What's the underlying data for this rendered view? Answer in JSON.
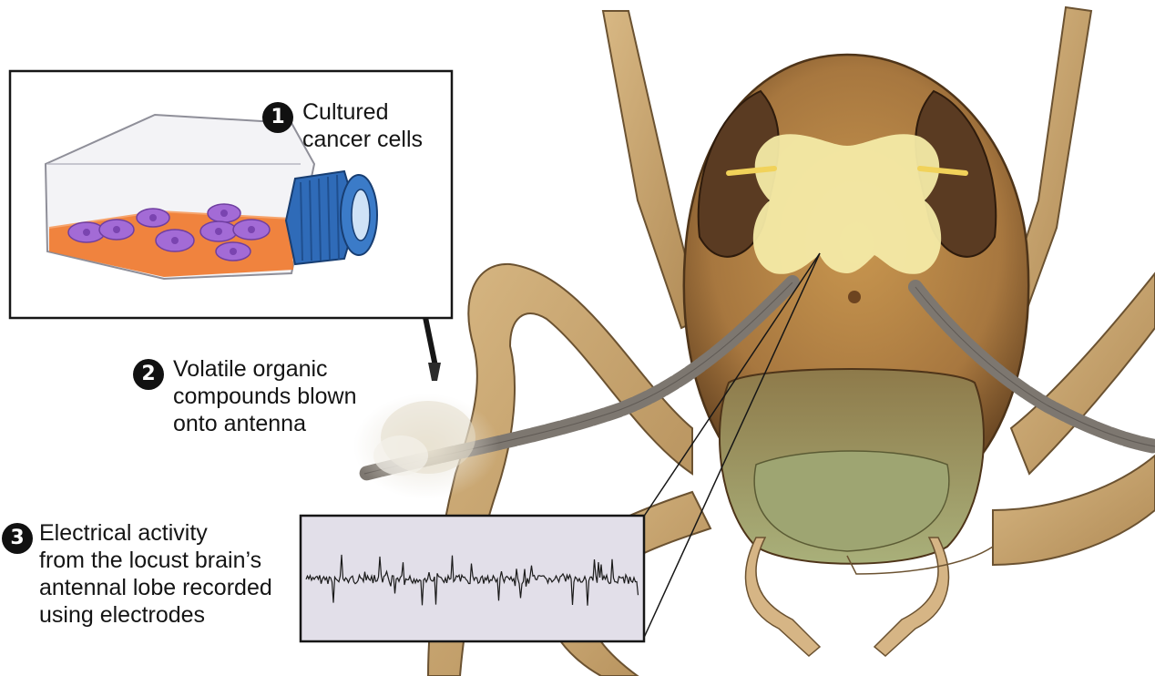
{
  "steps": [
    {
      "number": "1",
      "lines": [
        "Cultured",
        "cancer cells"
      ]
    },
    {
      "number": "2",
      "lines": [
        "Volatile organic",
        "compounds blown",
        "onto antenna"
      ]
    },
    {
      "number": "3",
      "lines": [
        "Electrical activity",
        "from the locust brain’s",
        "antennal lobe recorded",
        "using electrodes"
      ]
    }
  ],
  "colors": {
    "cell_medium": "#f07a2e",
    "cells": "#a36bd6",
    "flask_cap": "#2f6bb8",
    "insect_body": "#c49b66",
    "insect_head": "#a7773f",
    "brain_highlight": "#f4eaa6",
    "antenna": "#7d7770",
    "signal_panel": "#e2dfe9",
    "signal_trace": "#1b1b1b"
  }
}
